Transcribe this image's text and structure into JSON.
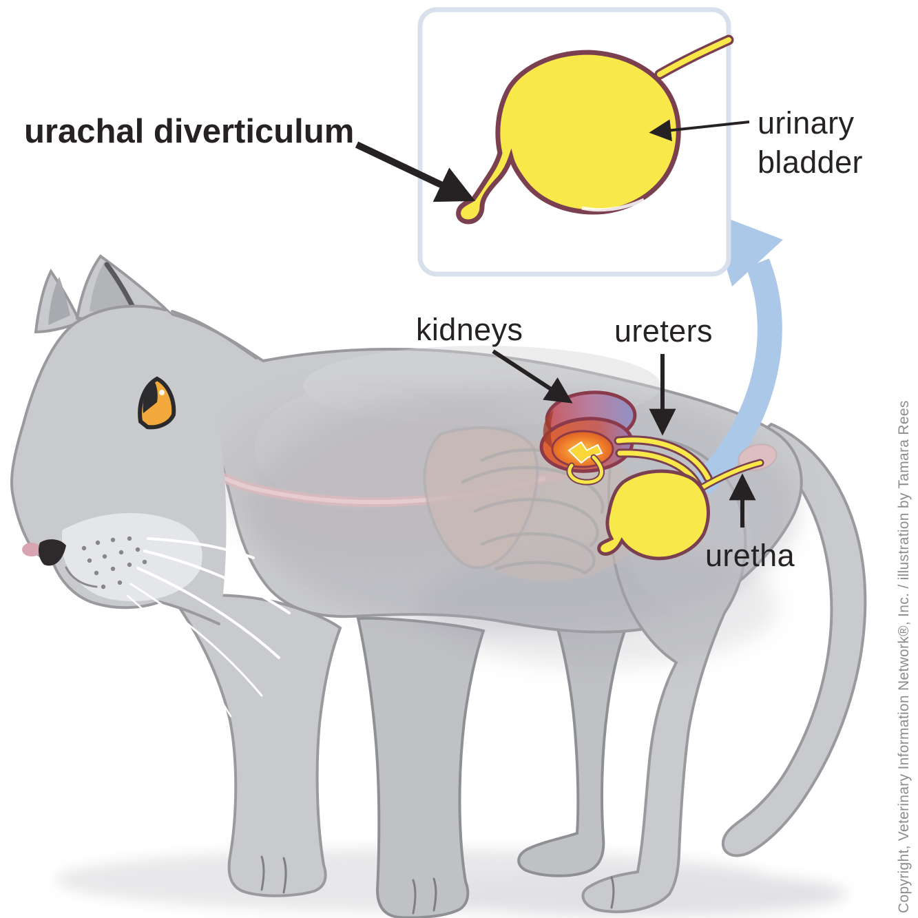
{
  "figure": {
    "type": "veterinary anatomy diagram",
    "subject": "cat urinary tract showing a urachal diverticulum of the bladder",
    "labels": {
      "urachal_diverticulum": "urachal diverticulum",
      "urinary_bladder": "urinary\nbladder",
      "kidneys": "kidneys",
      "ureters": "ureters",
      "urethra": "uretha"
    },
    "copyright": "Copyright, Veterinary Information Network®, Inc. / illustration by Tamara Rees",
    "colors": {
      "ink": "#262223",
      "catBody": "#c9cacd",
      "catOutline": "#9a9a9e",
      "organYellow": "#f9e84a",
      "organOutline": "#7a4050",
      "arrowBlue": "#abc8e8",
      "kidneyOrange": "#e0622e",
      "kidneyPurple": "#9193c6",
      "insetBorder": "#d7e0eb",
      "copyrightGray": "#8d8d8f",
      "eyeOrange": "#f3a93b",
      "nosePink": "#d9a4b2"
    }
  }
}
